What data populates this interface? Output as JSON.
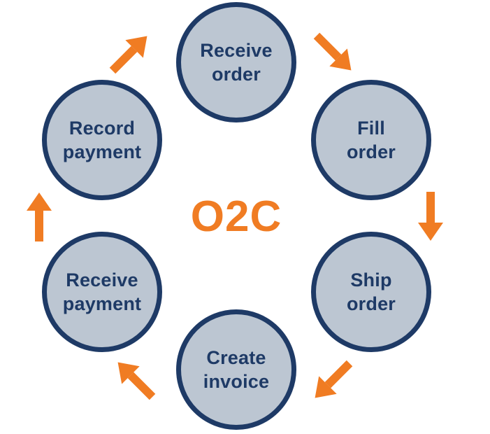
{
  "center_label": "O2C",
  "colors": {
    "navy": "#1e3a66",
    "orange": "#f07c23",
    "circle_fill": "#bcc6d2",
    "background": "#ffffff"
  },
  "steps": [
    {
      "name": "receive-order",
      "line1": "Receive",
      "line2": "order"
    },
    {
      "name": "fill-order",
      "line1": "Fill",
      "line2": "order"
    },
    {
      "name": "ship-order",
      "line1": "Ship",
      "line2": "order"
    },
    {
      "name": "create-invoice",
      "line1": "Create",
      "line2": "invoice"
    },
    {
      "name": "receive-payment",
      "line1": "Receive",
      "line2": "payment"
    },
    {
      "name": "record-payment",
      "line1": "Record",
      "line2": "payment"
    }
  ],
  "arrows": [
    {
      "name": "record-payment-to-receive-order",
      "direction": "up-right"
    },
    {
      "name": "receive-order-to-fill-order",
      "direction": "down-right"
    },
    {
      "name": "fill-order-to-ship-order",
      "direction": "down"
    },
    {
      "name": "ship-order-to-create-invoice",
      "direction": "down-left"
    },
    {
      "name": "create-invoice-to-receive-payment",
      "direction": "up-left"
    },
    {
      "name": "receive-payment-to-record-payment",
      "direction": "up"
    }
  ]
}
